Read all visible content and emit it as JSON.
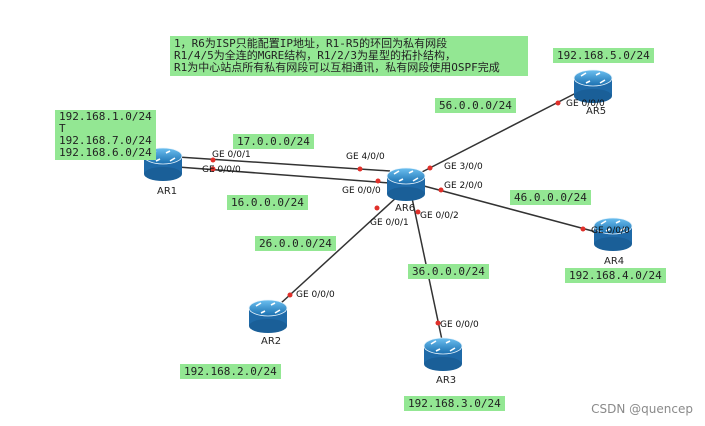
{
  "note": {
    "lines": [
      "1，R6为ISP只能配置IP地址，R1-R5的环回为私有网段",
      "R1/4/5为全连的MGRE结构，R1/2/3为星型的拓扑结构，",
      "R1为中心站点所有私有网段可以互相通讯，私有网段使用OSPF完成"
    ]
  },
  "routers": {
    "ar1": "AR1",
    "ar2": "AR2",
    "ar3": "AR3",
    "ar4": "AR4",
    "ar5": "AR5",
    "ar6": "AR6"
  },
  "networks": {
    "r1_lans": [
      "192.168.1.0/24",
      "T",
      "192.168.7.0/24",
      "192.168.6.0/24"
    ],
    "r2_lan": "192.168.2.0/24",
    "r3_lan": "192.168.3.0/24",
    "r4_lan": "192.168.4.0/24",
    "r5_lan": "192.168.5.0/24",
    "link_17": "17.0.0.0/24",
    "link_16": "16.0.0.0/24",
    "link_26": "26.0.0.0/24",
    "link_36": "36.0.0.0/24",
    "link_46": "46.0.0.0/24",
    "link_56": "56.0.0.0/24"
  },
  "ports": {
    "ar1_g001": "GE 0/0/1",
    "ar1_g000": "GE 0/0/0",
    "ar6_g400": "GE 4/0/0",
    "ar6_g300": "GE 3/0/0",
    "ar6_g200": "GE 2/0/0",
    "ar6_g000": "GE 0/0/0",
    "ar6_g001": "GE 0/0/1",
    "ar6_g002": "GE 0/0/2",
    "ar2_g000": "GE 0/0/0",
    "ar3_g000": "GE 0/0/0",
    "ar4_g000": "GE 0/0/0",
    "ar5_g000": "GE 0/0/0"
  },
  "watermark": "CSDN @quencep",
  "colors": {
    "label_bg": "#93e793",
    "router": "#2f8fd0",
    "endpoint": "#e0302a",
    "link": "#333333"
  }
}
